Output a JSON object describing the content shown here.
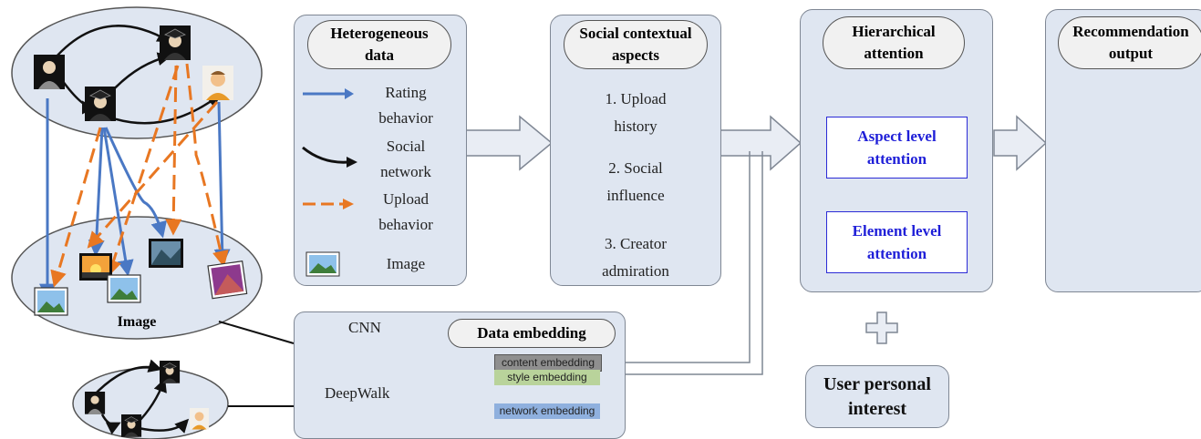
{
  "heterogeneous": {
    "title": "Heterogeneous\ndata",
    "legend": [
      {
        "label": "Rating\nbehavior",
        "color": "#4a78c4"
      },
      {
        "label": "Social\nnetwork",
        "color": "#111111"
      },
      {
        "label": "Upload\nbehavior",
        "color": "#e87722"
      },
      {
        "label": "Image"
      }
    ]
  },
  "social": {
    "title": "Social contextual\naspects",
    "items": [
      "1. Upload\nhistory",
      "2.  Social\ninfluence",
      "3. Creator\nadmiration"
    ]
  },
  "hierarchical": {
    "title": "Hierarchical\nattention",
    "aspect": "Aspect level\nattention",
    "element": "Element level\nattention"
  },
  "recommendation": {
    "title": "Recommendation\noutput"
  },
  "embedding": {
    "title": "Data embedding",
    "cnn": "CNN",
    "deepwalk": "DeepWalk",
    "content": "content embedding",
    "style": "style embedding",
    "network": "network embedding"
  },
  "graph": {
    "image_label": "Image"
  },
  "interest": {
    "label": "User personal\ninterest"
  },
  "colors": {
    "blue": "#4a78c4",
    "orange": "#e87722",
    "black": "#111111",
    "accent_text": "#1f1fd8"
  }
}
